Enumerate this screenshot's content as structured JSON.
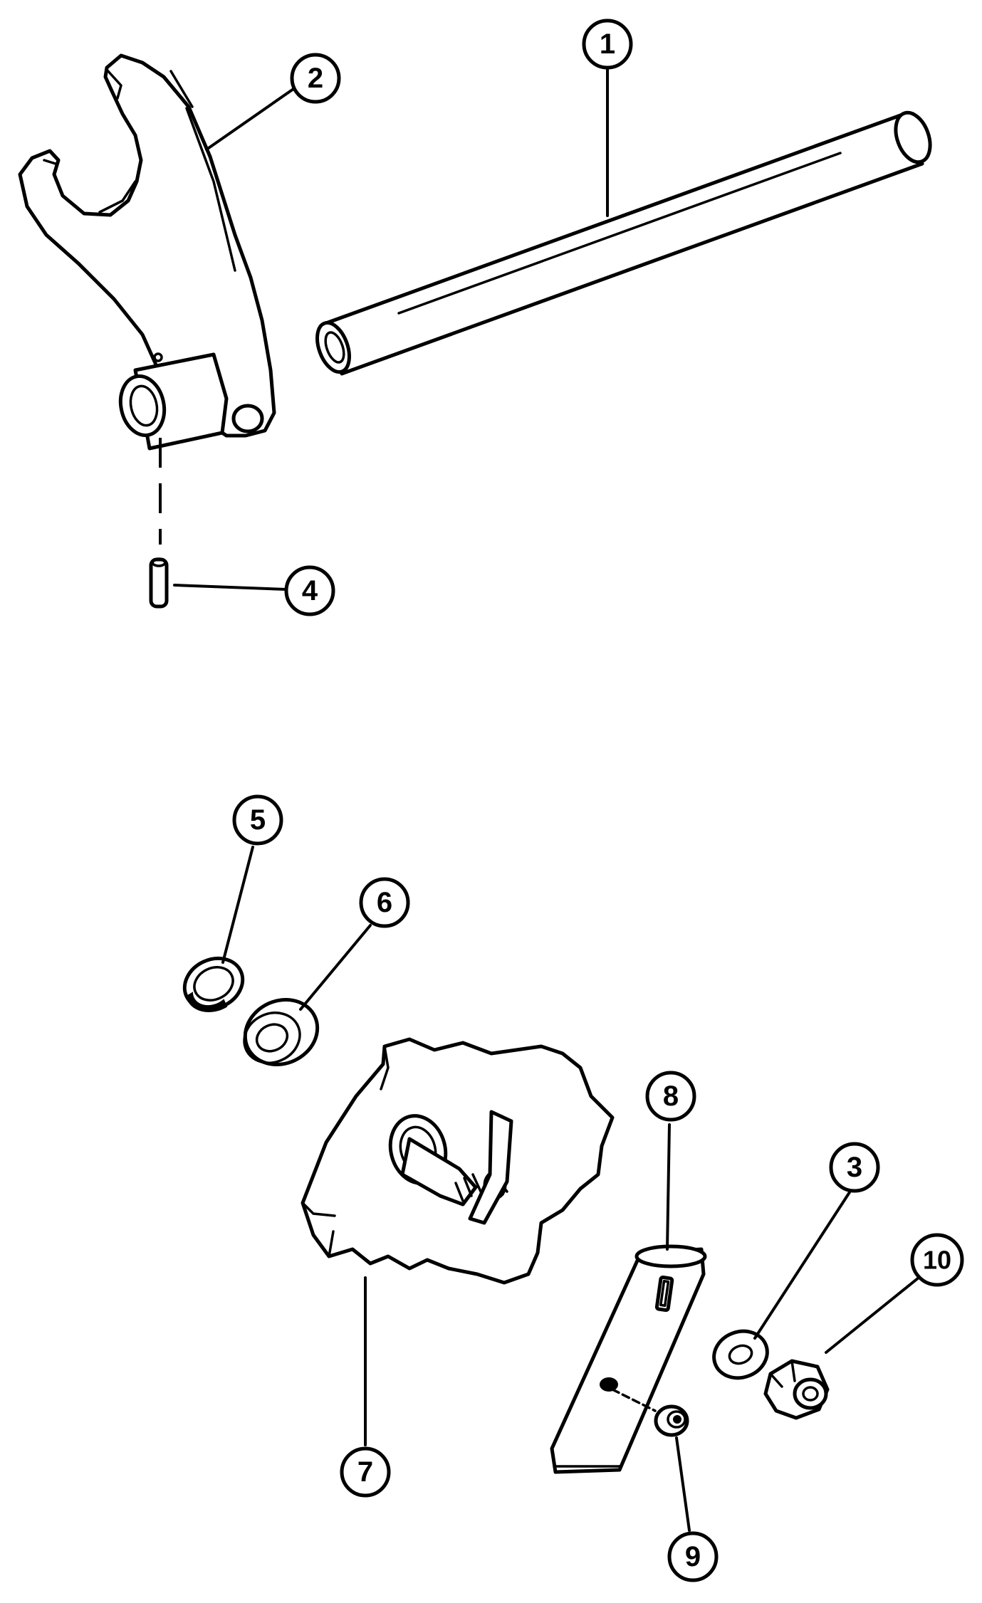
{
  "diagram": {
    "callouts": [
      {
        "id": "c1",
        "label": "1"
      },
      {
        "id": "c2",
        "label": "2"
      },
      {
        "id": "c3",
        "label": "3"
      },
      {
        "id": "c4",
        "label": "4"
      },
      {
        "id": "c5",
        "label": "5"
      },
      {
        "id": "c6",
        "label": "6"
      },
      {
        "id": "c7",
        "label": "7"
      },
      {
        "id": "c8",
        "label": "8"
      },
      {
        "id": "c9",
        "label": "9"
      },
      {
        "id": "c10",
        "label": "10"
      }
    ]
  }
}
